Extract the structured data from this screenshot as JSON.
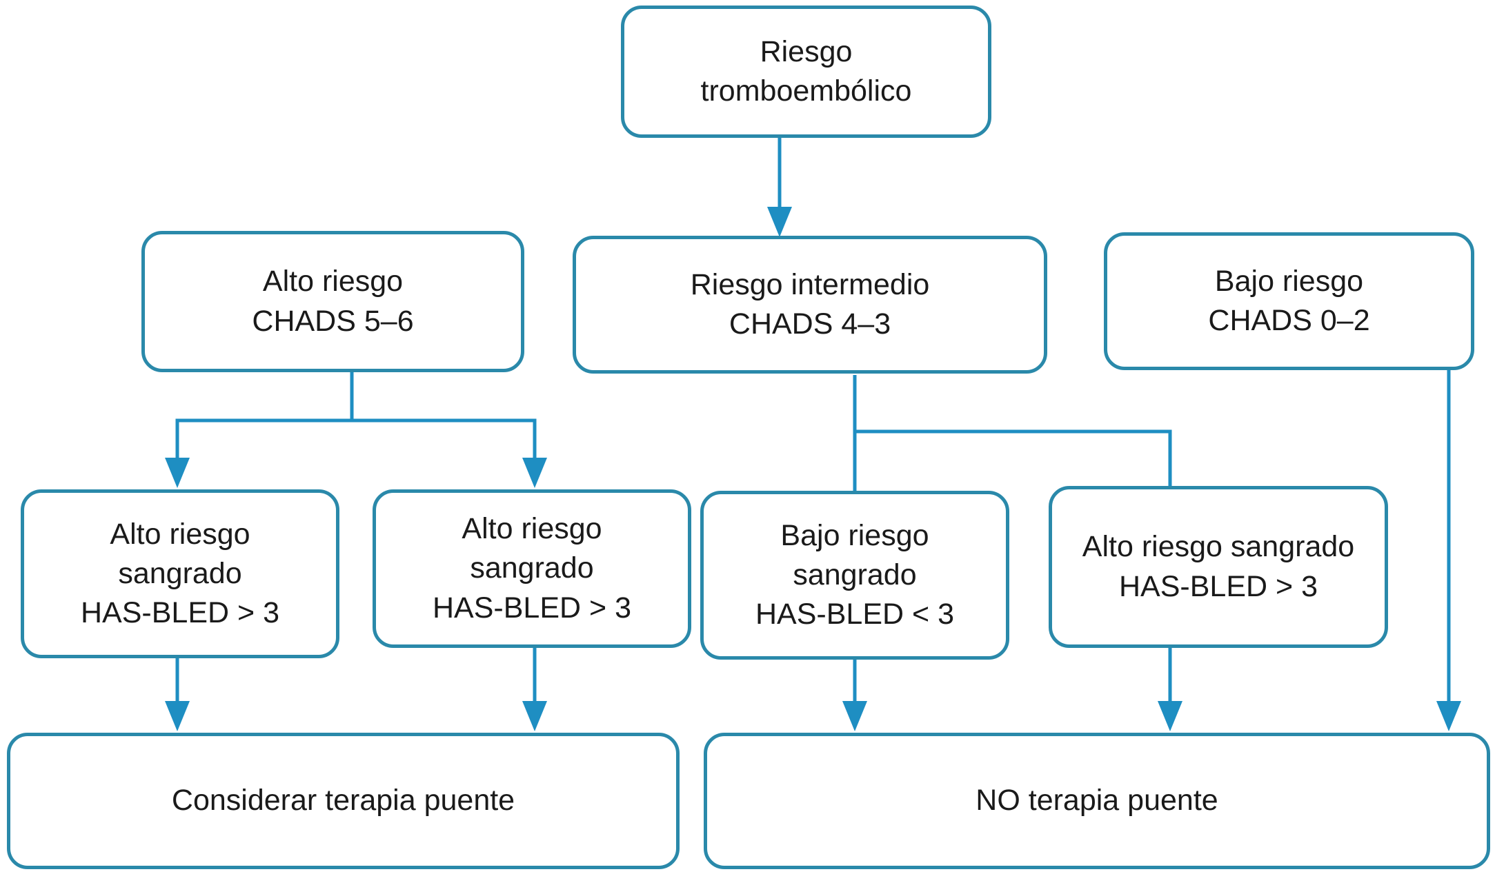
{
  "flowchart": {
    "colors": {
      "background": "#ffffff",
      "box_border": "#2a89aa",
      "connector": "#1e8ec2",
      "text": "#1a1a1a"
    },
    "nodes": {
      "riesgo_tromboembolico": {
        "label": "Riesgo\ntromboembólico"
      },
      "alto_riesgo_chads_5_6": {
        "label": "Alto riesgo\nCHADS 5–6"
      },
      "riesgo_intermedio_chads_4_3": {
        "label": "Riesgo intermedio\nCHADS 4–3"
      },
      "bajo_riesgo_chads_0_2": {
        "label": "Bajo riesgo\nCHADS 0–2"
      },
      "alto_riesgo_sangrado_1": {
        "label": "Alto riesgo\nsangrado\nHAS-BLED > 3"
      },
      "alto_riesgo_sangrado_2": {
        "label": "Alto riesgo\nsangrado\nHAS-BLED > 3"
      },
      "bajo_riesgo_sangrado": {
        "label": "Bajo riesgo\nsangrado\nHAS-BLED < 3"
      },
      "alto_riesgo_sangrado_3": {
        "label": "Alto riesgo sangrado\nHAS-BLED > 3"
      },
      "considerar_terapia_puente": {
        "label": "Considerar terapia puente"
      },
      "no_terapia_puente": {
        "label": "NO terapia puente"
      }
    },
    "edges": [
      {
        "from": "riesgo_tromboembolico",
        "to": "riesgo_intermedio_chads_4_3",
        "arrowhead": true
      },
      {
        "from": "alto_riesgo_chads_5_6",
        "to": "alto_riesgo_sangrado_1",
        "arrowhead": true
      },
      {
        "from": "alto_riesgo_chads_5_6",
        "to": "alto_riesgo_sangrado_2",
        "arrowhead": true
      },
      {
        "from": "riesgo_intermedio_chads_4_3",
        "to": "bajo_riesgo_sangrado",
        "arrowhead": false
      },
      {
        "from": "riesgo_intermedio_chads_4_3",
        "to": "alto_riesgo_sangrado_3",
        "arrowhead": false
      },
      {
        "from": "bajo_riesgo_chads_0_2",
        "to": "no_terapia_puente",
        "arrowhead": true
      },
      {
        "from": "alto_riesgo_sangrado_1",
        "to": "considerar_terapia_puente",
        "arrowhead": true
      },
      {
        "from": "alto_riesgo_sangrado_2",
        "to": "considerar_terapia_puente",
        "arrowhead": true
      },
      {
        "from": "bajo_riesgo_sangrado",
        "to": "no_terapia_puente",
        "arrowhead": true
      },
      {
        "from": "alto_riesgo_sangrado_3",
        "to": "no_terapia_puente",
        "arrowhead": true
      }
    ]
  }
}
